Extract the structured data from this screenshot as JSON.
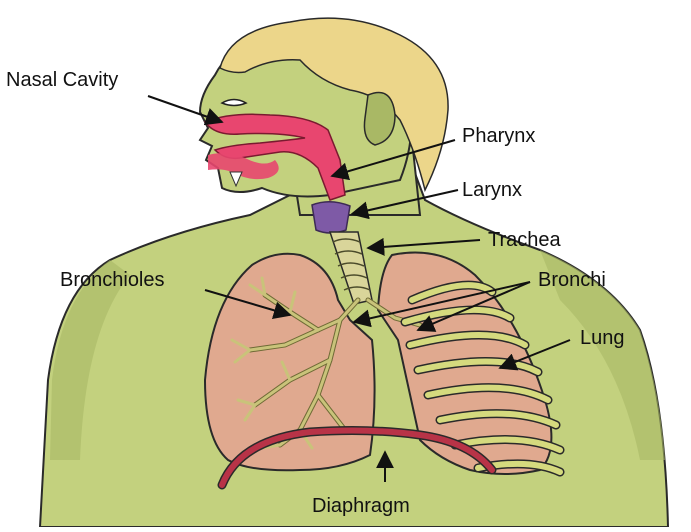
{
  "labels": {
    "nasal_cavity": "Nasal Cavity",
    "pharynx": "Pharynx",
    "larynx": "Larynx",
    "trachea": "Trachea",
    "bronchioles": "Bronchioles",
    "bronchi": "Bronchi",
    "lung": "Lung",
    "diaphragm": "Diaphragm"
  },
  "colors": {
    "skin": "#c3d17e",
    "skin_shadow": "#a9b865",
    "hair": "#ecd68a",
    "airway": "#e8466f",
    "larynx": "#7e5aa6",
    "trachea": "#d9d59a",
    "lung": "#e0a98f",
    "bronchial_tree": "#c9c37a",
    "ribs": "#d5da7e",
    "diaphragm": "#b83347",
    "outline": "#2a2a2a"
  }
}
